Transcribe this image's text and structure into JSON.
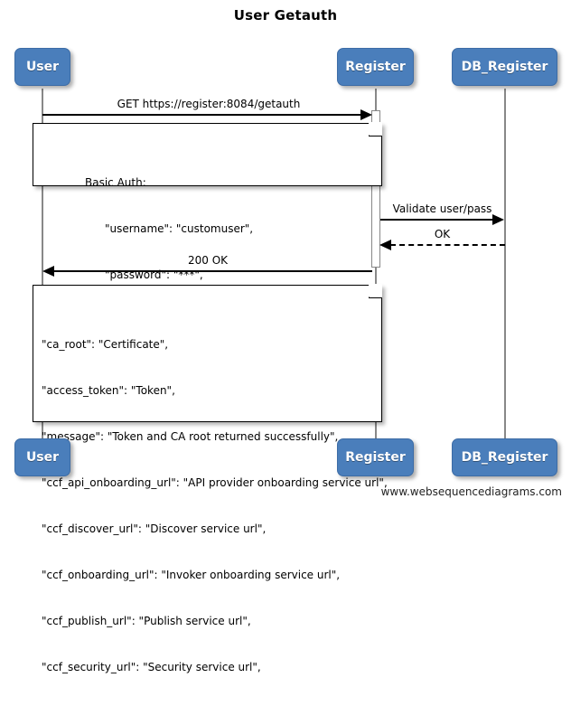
{
  "title": "User Getauth",
  "footer": "www.websequencediagrams.com",
  "colors": {
    "actor_fill": "#4a7ebb",
    "actor_text": "#ffffff",
    "lifeline": "#888888",
    "arrow": "#000000",
    "note_fill": "#ffffff",
    "note_border": "#000000",
    "background": "#ffffff"
  },
  "actors": [
    {
      "name": "User"
    },
    {
      "name": "Register"
    },
    {
      "name": "DB_Register"
    }
  ],
  "messages": [
    {
      "label": "GET https://register:8084/getauth",
      "from": "User",
      "to": "Register",
      "style": "solid"
    },
    {
      "label": "Validate user/pass",
      "from": "Register",
      "to": "DB_Register",
      "style": "solid"
    },
    {
      "label": "OK",
      "from": "DB_Register",
      "to": "Register",
      "style": "dashed"
    },
    {
      "label": "200 OK",
      "from": "Register",
      "to": "User",
      "style": "solid"
    }
  ],
  "notes": [
    {
      "id": "basic-auth-note",
      "lines": [
        "Basic Auth:",
        "\"username\": \"customuser\",",
        "\"password\": \"***\","
      ]
    },
    {
      "id": "response-payload-note",
      "lines": [
        "\"ca_root\": \"Certificate\",",
        "\"access_token\": \"Token\",",
        "\"message\": \"Token and CA root returned successfully\",",
        "\"ccf_api_onboarding_url\": \"API provider onboarding service url\",",
        "\"ccf_discover_url\": \"Discover service url\",",
        "\"ccf_onboarding_url\": \"Invoker onboarding service url\",",
        "\"ccf_publish_url\": \"Publish service url\",",
        "\"ccf_security_url\": \"Security service url\","
      ]
    }
  ]
}
